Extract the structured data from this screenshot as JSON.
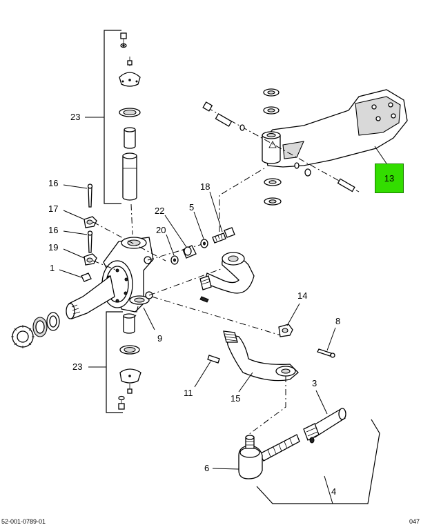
{
  "diagram": {
    "callouts": {
      "c1": "1",
      "c3": "3",
      "c4": "4",
      "c5": "5",
      "c6": "6",
      "c8": "8",
      "c9": "9",
      "c11": "11",
      "c13": "13",
      "c14": "14",
      "c15": "15",
      "c16a": "16",
      "c16b": "16",
      "c17": "17",
      "c18": "18",
      "c19": "19",
      "c20": "20",
      "c22": "22",
      "c23a": "23",
      "c23b": "23"
    },
    "highlight_color": "#33dd00"
  },
  "footer": {
    "left": "52-001-0789-01",
    "right": "047"
  }
}
